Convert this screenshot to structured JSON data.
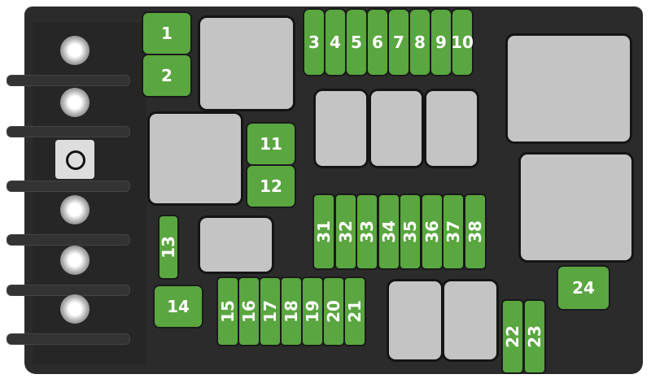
{
  "diagram": {
    "colors": {
      "fuse": "#5aa640",
      "relay": "#c4c4c4",
      "housing": "#2b2b2b"
    },
    "fuses": [
      {
        "label": "1"
      },
      {
        "label": "2"
      },
      {
        "label": "3"
      },
      {
        "label": "4"
      },
      {
        "label": "5"
      },
      {
        "label": "6"
      },
      {
        "label": "7"
      },
      {
        "label": "8"
      },
      {
        "label": "9"
      },
      {
        "label": "10"
      },
      {
        "label": "11"
      },
      {
        "label": "12"
      },
      {
        "label": "13"
      },
      {
        "label": "14"
      },
      {
        "label": "15"
      },
      {
        "label": "16"
      },
      {
        "label": "17"
      },
      {
        "label": "18"
      },
      {
        "label": "19"
      },
      {
        "label": "20"
      },
      {
        "label": "21"
      },
      {
        "label": "22"
      },
      {
        "label": "23"
      },
      {
        "label": "24"
      },
      {
        "label": "31"
      },
      {
        "label": "32"
      },
      {
        "label": "33"
      },
      {
        "label": "34"
      },
      {
        "label": "35"
      },
      {
        "label": "36"
      },
      {
        "label": "37"
      },
      {
        "label": "38"
      }
    ]
  }
}
